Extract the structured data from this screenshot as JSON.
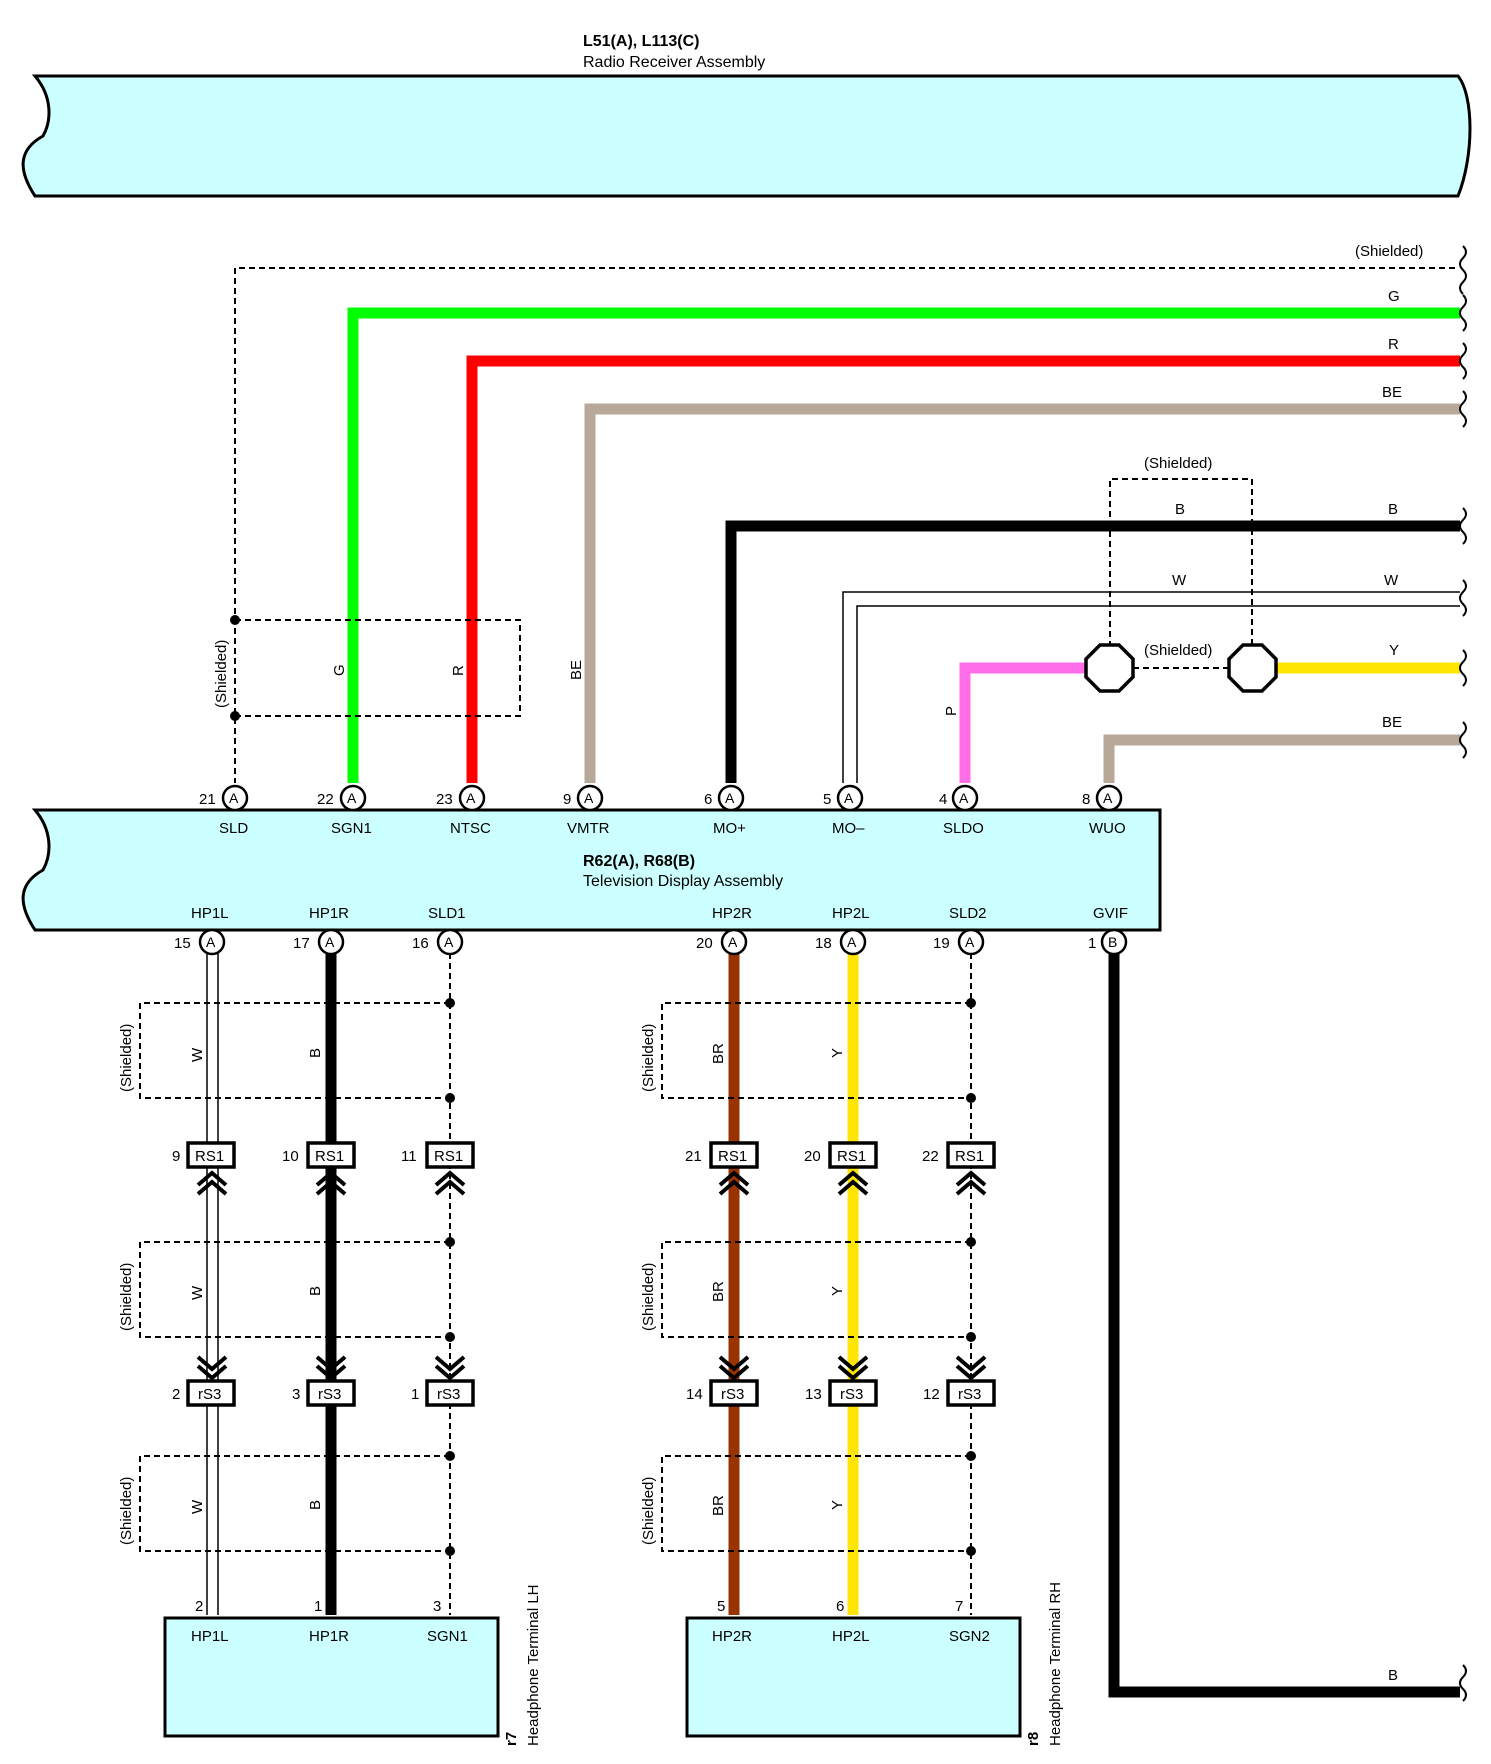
{
  "radio": {
    "code": "L51(A), L113(C)",
    "name": "Radio Receiver Assembly"
  },
  "tv": {
    "code": "R62(A), R68(B)",
    "name": "Television Display Assembly"
  },
  "headphone_lh": {
    "id": "r7",
    "name": "Headphone Terminal LH"
  },
  "headphone_rh": {
    "id": "r8",
    "name": "Headphone Terminal RH"
  },
  "labels": {
    "shielded": "(Shielded)"
  },
  "tv_top_pins": [
    {
      "num": "21",
      "conn": "A",
      "name": "SLD"
    },
    {
      "num": "22",
      "conn": "A",
      "name": "SGN1"
    },
    {
      "num": "23",
      "conn": "A",
      "name": "NTSC"
    },
    {
      "num": "9",
      "conn": "A",
      "name": "VMTR"
    },
    {
      "num": "6",
      "conn": "A",
      "name": "MO+"
    },
    {
      "num": "5",
      "conn": "A",
      "name": "MO–"
    },
    {
      "num": "4",
      "conn": "A",
      "name": "SLDO"
    },
    {
      "num": "8",
      "conn": "A",
      "name": "WUO"
    }
  ],
  "tv_bottom_pins": [
    {
      "num": "15",
      "conn": "A",
      "name": "HP1L"
    },
    {
      "num": "17",
      "conn": "A",
      "name": "HP1R"
    },
    {
      "num": "16",
      "conn": "A",
      "name": "SLD1"
    },
    {
      "num": "20",
      "conn": "A",
      "name": "HP2R"
    },
    {
      "num": "18",
      "conn": "A",
      "name": "HP2L"
    },
    {
      "num": "19",
      "conn": "A",
      "name": "SLD2"
    },
    {
      "num": "1",
      "conn": "B",
      "name": "GVIF"
    }
  ],
  "top_wires": {
    "G": "G",
    "R": "R",
    "BE": "BE",
    "B": "B",
    "W": "W",
    "Y": "Y",
    "P": "P"
  },
  "right_labels": {
    "g": "G",
    "r": "R",
    "be1": "BE",
    "b": "B",
    "w": "W",
    "y": "Y",
    "be2": "BE",
    "b_bottom": "B"
  },
  "connectors": {
    "rs1": "RS1",
    "rs3": "rS3",
    "rs1_pins": [
      "9",
      "10",
      "11",
      "21",
      "20",
      "22"
    ],
    "rs3_pins": [
      "2",
      "3",
      "1",
      "14",
      "13",
      "12"
    ]
  },
  "lh_pins": [
    {
      "num": "2",
      "name": "HP1L"
    },
    {
      "num": "1",
      "name": "HP1R"
    },
    {
      "num": "3",
      "name": "SGN1"
    }
  ],
  "rh_pins": [
    {
      "num": "5",
      "name": "HP2R"
    },
    {
      "num": "6",
      "name": "HP2L"
    },
    {
      "num": "7",
      "name": "SGN2"
    }
  ],
  "lower_wires": {
    "w": "W",
    "b": "B",
    "br": "BR",
    "y": "Y"
  },
  "colors": {
    "component_fill": "#ccffff",
    "green": "#00ff00",
    "red": "#ff0000",
    "beige": "#b8a898",
    "black": "#000000",
    "pink": "#ff6ee8",
    "yellow": "#ffe600",
    "brown": "#993300"
  }
}
